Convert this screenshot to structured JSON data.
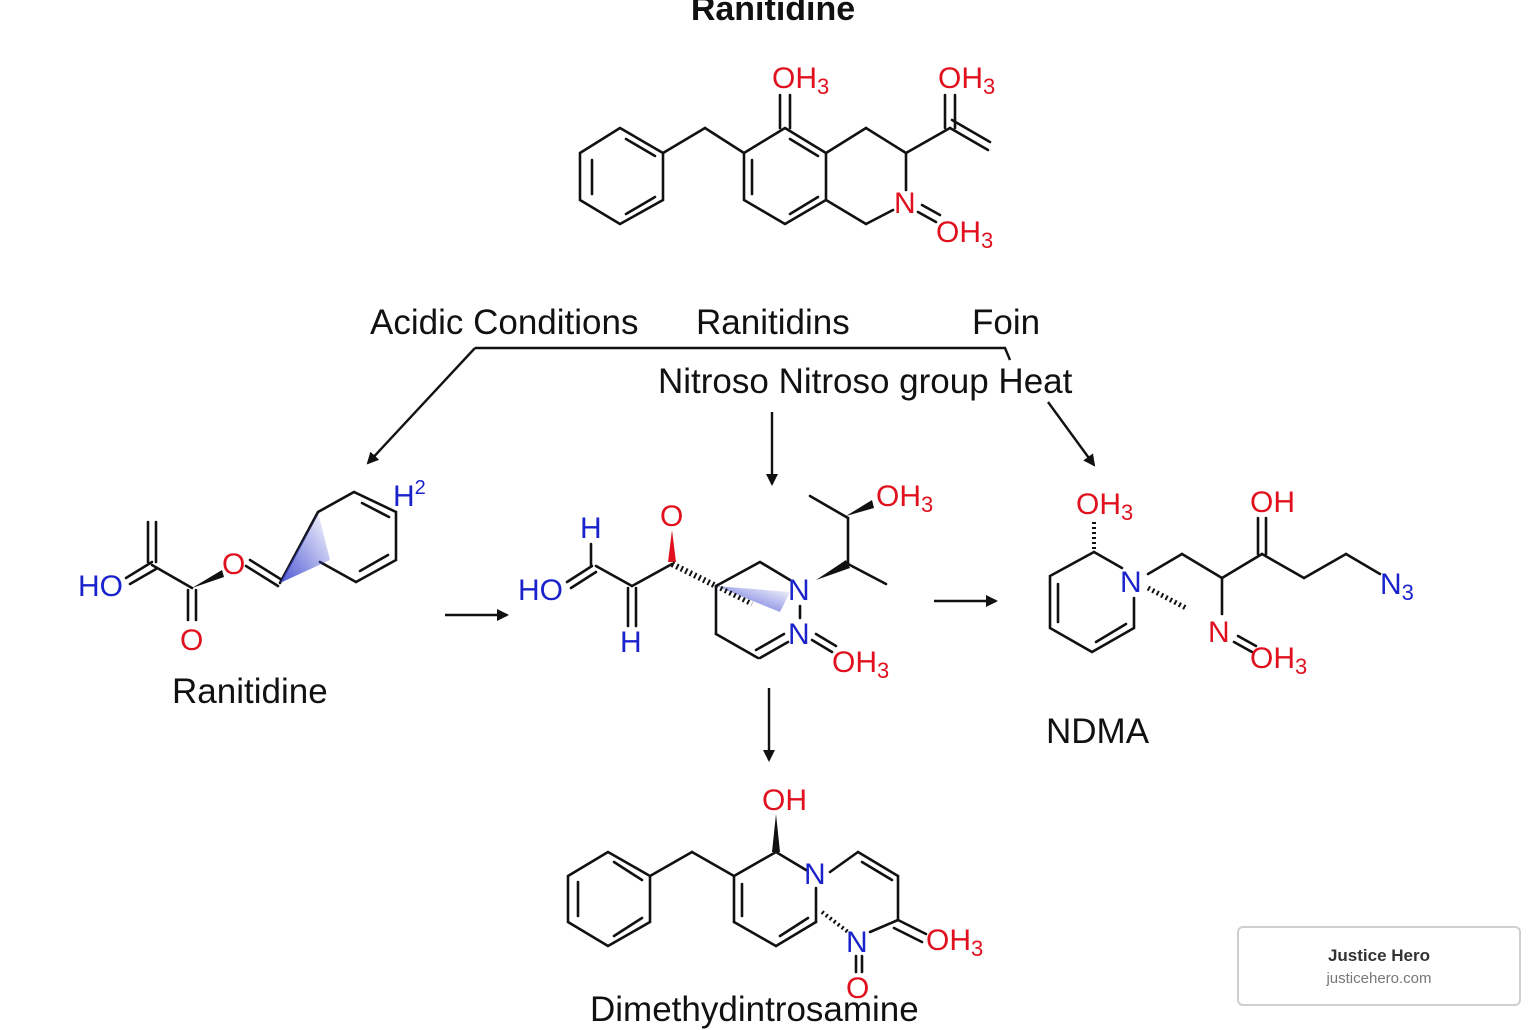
{
  "title": "Ranitidine",
  "conditions": {
    "acidic": "Acidic Conditions",
    "ranitidins": "Ranitidins",
    "foin": "Foin",
    "nitroso_heat": "Nitroso Nitroso group Heat"
  },
  "products": {
    "left": "Ranitidine",
    "right": "NDMA",
    "bottom": "Dimethydintrosamine"
  },
  "atoms": {
    "oh3": "OH",
    "sub3": "3",
    "sub2": "2",
    "oh": "OH",
    "o": "O",
    "n": "N",
    "h": "H",
    "ho": "HO",
    "n3": "N",
    "h2": "H"
  },
  "watermark": {
    "name": "Justice Hero",
    "url": "justicehero.com"
  },
  "colors": {
    "heteroatom_red": "#e0101e",
    "heteroatom_blue": "#1a22cc",
    "bond": "#111111"
  }
}
